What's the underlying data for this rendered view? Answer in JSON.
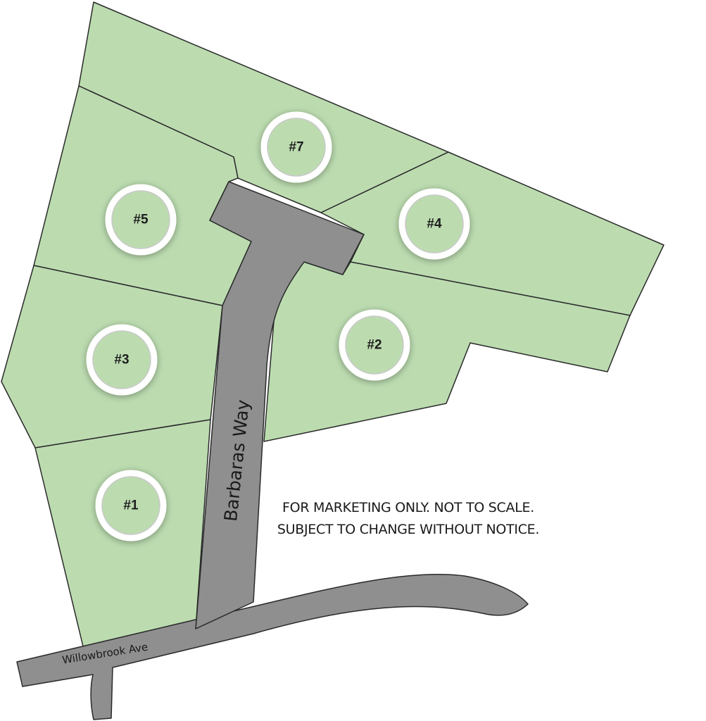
{
  "colors": {
    "lot_fill": "#bcdcb0",
    "lot_outline": "#2a2a2a",
    "road_fill": "#8f8f8f",
    "marker_ring": "#ffffff",
    "background": "#ffffff"
  },
  "lots": [
    {
      "id": "lot-1",
      "label": "#1"
    },
    {
      "id": "lot-2",
      "label": "#2"
    },
    {
      "id": "lot-3",
      "label": "#3"
    },
    {
      "id": "lot-4",
      "label": "#4"
    },
    {
      "id": "lot-5",
      "label": "#5"
    },
    {
      "id": "lot-7",
      "label": "#7"
    }
  ],
  "streets": {
    "main": "Barbaras Way",
    "cross": "Willowbrook Ave"
  },
  "disclaimer": {
    "line1": "FOR MARKETING ONLY. NOT TO SCALE.",
    "line2": "SUBJECT TO CHANGE WITHOUT NOTICE."
  }
}
